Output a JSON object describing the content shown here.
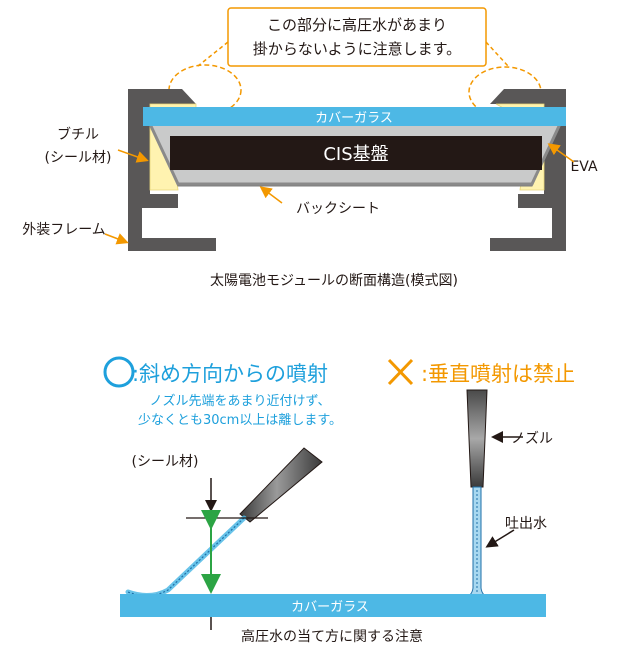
{
  "callout": {
    "line1": "この部分に高圧水があまり",
    "line2": "掛からないように注意します。"
  },
  "section1": {
    "cover_glass": "カバーガラス",
    "cis_substrate": "CIS基盤",
    "butyl_line1": "ブチル",
    "butyl_line2": "(シール材)",
    "eva": "EVA",
    "back_sheet": "バックシート",
    "frame": "外装フレーム",
    "caption": "太陽電池モジュールの断面構造(模式図)"
  },
  "section2": {
    "ok_symbol": "○",
    "ok_label": ":斜め方向からの噴射",
    "ok_note1": "ノズル先端をあまり近付けず、",
    "ok_note2": "少なくとも30cm以上は離します。",
    "ng_symbol": "×",
    "ng_label": ":垂直噴射は禁止",
    "seal": "(シール材)",
    "nozzle": "ノズル",
    "discharge": "吐出水",
    "cover_glass": "カバーガラス",
    "caption": "高圧水の当て方に関する注意"
  },
  "colors": {
    "glass": "#4db8e5",
    "frame": "#595757",
    "butyl": "#fff3b0",
    "substrate": "#231815",
    "accent": "#f39800",
    "ok_blue": "#1ea0dc",
    "arrow_green": "#2ca444"
  }
}
